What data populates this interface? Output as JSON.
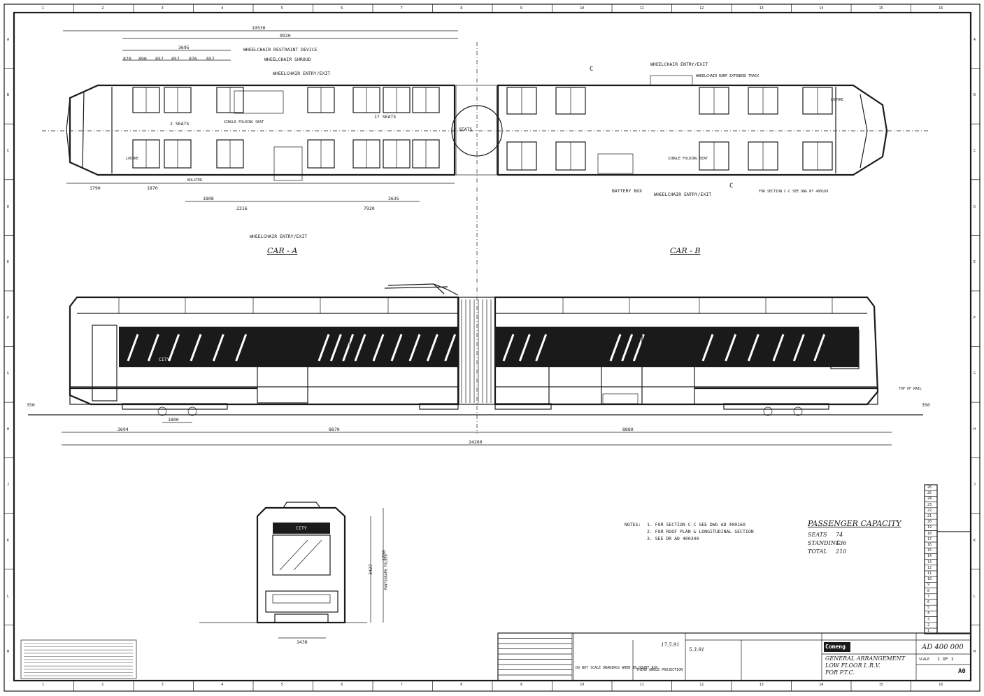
{
  "grid": {
    "columns": [
      "1",
      "2",
      "3",
      "4",
      "5",
      "6",
      "7",
      "8",
      "9",
      "10",
      "11",
      "12",
      "13",
      "14",
      "15",
      "16"
    ],
    "rows": [
      "A",
      "B",
      "C",
      "D",
      "E",
      "F",
      "G",
      "H",
      "J",
      "K",
      "L",
      "M"
    ]
  },
  "plan": {
    "car_a_label": "CAR - A",
    "car_b_label": "CAR - B",
    "overall_dims": [
      "19530",
      "9920",
      "3695"
    ],
    "seat_group_dims": [
      "870",
      "890",
      "857",
      "857",
      "876",
      "857"
    ],
    "labels": {
      "wheelchair_restraint": "WHEELCHAIR RESTRAINT DEVICE",
      "wheelchair_shroud": "WHEELCHAIR SHROUD",
      "wheelchair_entry_exit": "WHEELCHAIR ENTRY/EXIT",
      "seats_a_left": "2 SEATS",
      "seats_a_mid": "17 SEATS",
      "seats_joint": "2 SEATS",
      "single_folding_seat": "SINGLE FOLDING SEAT",
      "battery_box": "BATTERY BOX",
      "wheelchair_ramp": "WHEELCHAIR RAMP EXTENDED TRACK",
      "section_note": "FOR SECTION C-C SEE DWG Nº 400160",
      "louvre": "LOUVRE",
      "bolster": "BOLSTER",
      "section_marker": "C"
    },
    "bottom_dims": [
      "1790",
      "1870",
      "1808",
      "2316",
      "2635",
      "7920"
    ]
  },
  "elevation": {
    "destination_sign": "CITY",
    "dims": {
      "left_overhang": "3694",
      "car_a": "8870",
      "car_b": "8880",
      "overall": "24260",
      "bogie": "1800",
      "floor_height_left": "350",
      "floor_height_right": "350",
      "top_of_rail": "TOP OF RAIL"
    }
  },
  "end_view": {
    "destination_sign": "CITY",
    "width_dim": "1438",
    "height_dim": "3427",
    "pantograph_label": "PANTOGRAPH FOLDED",
    "height_dim2": "3750"
  },
  "notes": {
    "title": "NOTES:",
    "lines": [
      "1. FOR SECTION C-C SEE DWG AD 400160",
      "2. FOR ROOF PLAN & LONGITUDINAL SECTION",
      "3. SEE DR AD 400340"
    ]
  },
  "capacity": {
    "title": "PASSENGER CAPACITY",
    "rows": [
      {
        "label": "SEATS",
        "value": "74"
      },
      {
        "label": "STANDING",
        "value": "136"
      },
      {
        "label": "TOTAL",
        "value": "210"
      }
    ]
  },
  "revision_numbers": [
    "26",
    "25",
    "24",
    "23",
    "22",
    "21",
    "20",
    "19",
    "18",
    "17",
    "16",
    "15",
    "14",
    "13",
    "12",
    "11",
    "10",
    "9",
    "8",
    "7",
    "6",
    "5",
    "4",
    "3",
    "2",
    "1"
  ],
  "title_block": {
    "company": "Comeng",
    "drawing_no": "AD 400 000",
    "title_lines": [
      "GENERAL ARRANGEMENT",
      "LOW FLOOR L.R.V.",
      "FOR P.T.C."
    ],
    "sheet": "1 OF 1",
    "size": "A0",
    "do_not_scale": "DO NOT SCALE DRAWINGS WHEN IN DOUBT ASK",
    "projection": "THIRD ANGLE PROJECTION",
    "date1": "17.5.91",
    "date2": "5.3.91",
    "scale_label": "SCALE"
  },
  "colors": {
    "ink": "#1a1a1a",
    "paper": "#ffffff",
    "glass": "#bdbdbd"
  }
}
